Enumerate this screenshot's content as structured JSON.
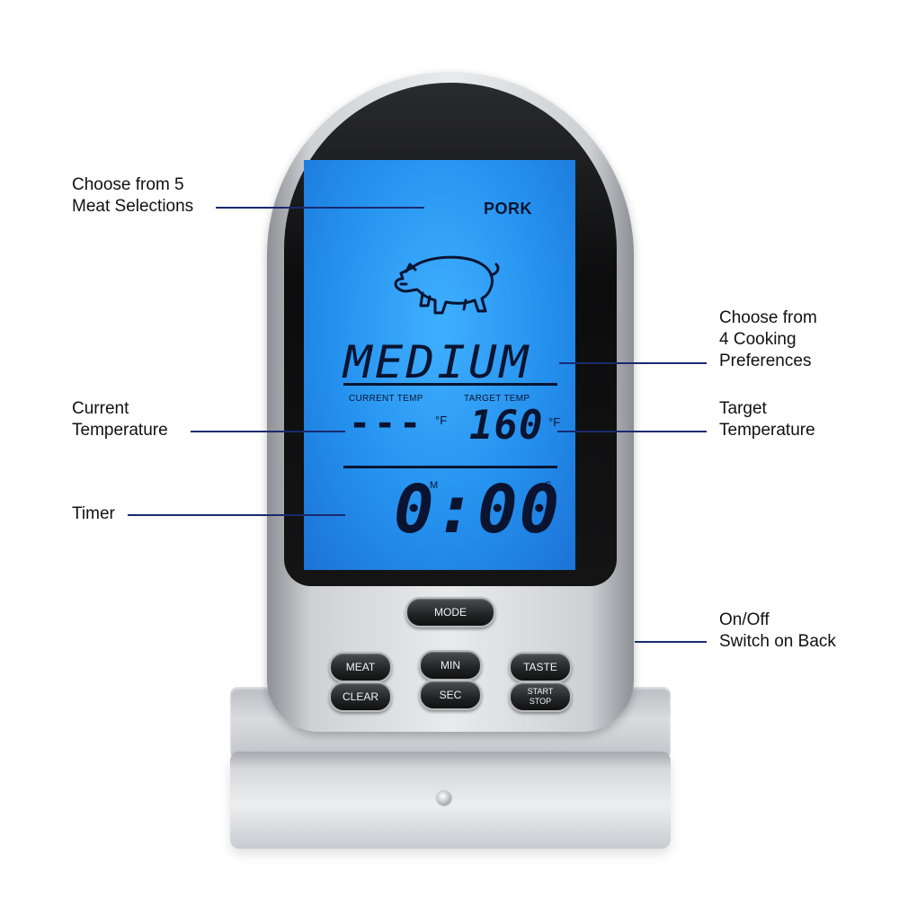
{
  "callouts": {
    "meat": [
      "Choose from 5",
      "Meat Selections"
    ],
    "cooking": [
      "Choose from",
      "4 Cooking",
      "Preferences"
    ],
    "current": [
      "Current",
      "Temperature"
    ],
    "target": [
      "Target",
      "Temperature"
    ],
    "timer": [
      "Timer"
    ],
    "onoff": [
      "On/Off",
      "Switch on Back"
    ]
  },
  "display": {
    "meat": "PORK",
    "preference": "MEDIUM",
    "current_temp_label": "CURRENT TEMP",
    "target_temp_label": "TARGET TEMP",
    "current_temp_value": "---",
    "target_temp_value": "160",
    "temp_unit": "°F",
    "timer_value": "0:00",
    "minute_marker": "M",
    "second_marker": "S"
  },
  "buttons": {
    "mode": "MODE",
    "meat": "MEAT",
    "clear": "CLEAR",
    "min": "MIN",
    "sec": "SEC",
    "taste": "TASTE",
    "start_line1": "START",
    "start_line2": "STOP"
  },
  "icons": {
    "meat_icon": "pig-icon"
  },
  "colors": {
    "lcd_backlight": "#2591ee",
    "leader_lines": "#1a2a6e",
    "lcd_segments": "#0a1430"
  }
}
